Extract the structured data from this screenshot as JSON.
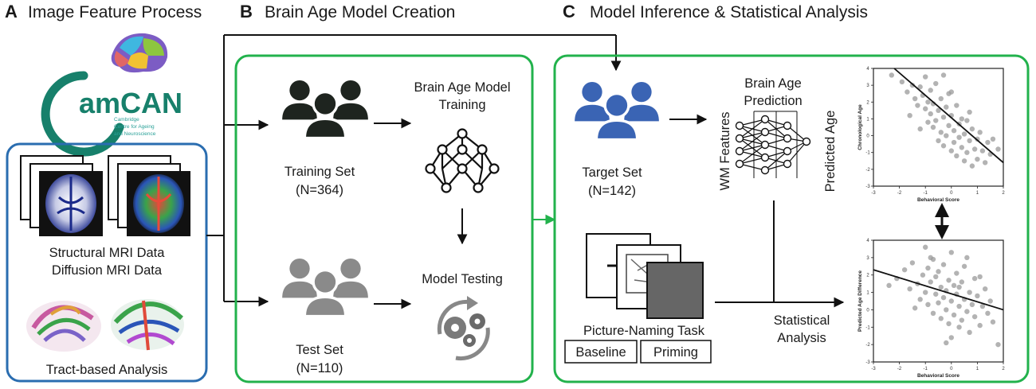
{
  "sections": {
    "a": {
      "letter": "A",
      "title": "Image Feature Process"
    },
    "b": {
      "letter": "B",
      "title": "Brain Age Model Creation"
    },
    "c": {
      "letter": "C",
      "title": "Model Inference & Statistical Analysis"
    }
  },
  "logo": {
    "name": "amCAN",
    "line1": "Cambridge",
    "line2": "Centre for Ageing",
    "line3": "and Neuroscience"
  },
  "panel_a": {
    "mri_line1": "Structural MRI Data",
    "mri_line2": "Diffusion MRI Data",
    "tract": "Tract-based Analysis"
  },
  "panel_b": {
    "training_model_line1": "Brain Age Model",
    "training_model_line2": "Training",
    "training_set": "Training Set",
    "training_n": "(N=364)",
    "model_testing": "Model Testing",
    "test_set": "Test Set",
    "test_n": "(N=110)"
  },
  "panel_c": {
    "target_set": "Target Set",
    "target_n": "(N=142)",
    "prediction_line1": "Brain Age",
    "prediction_line2": "Prediction",
    "wm_features": "WM Features",
    "predicted_age": "Predicted Age",
    "task": "Picture-Naming Task",
    "baseline": "Baseline",
    "priming": "Priming",
    "stat_line1": "Statistical",
    "stat_line2": "Analysis"
  },
  "colors": {
    "green": "#22b24c",
    "blue": "#2a6db0",
    "dark": "#1e241f",
    "grey": "#8a8a8a",
    "target": "#3a64b4"
  },
  "chart_data": [
    {
      "type": "scatter",
      "xlabel": "Behavioral Score",
      "ylabel": "Chronological Age",
      "xlim": [
        -3,
        2
      ],
      "ylim": [
        -3,
        4
      ],
      "xticks": [
        -3,
        -2,
        -1,
        0,
        1,
        2
      ],
      "yticks": [
        4,
        3,
        2,
        1,
        0,
        -1,
        -2,
        -3
      ],
      "trend": [
        [
          -2.2,
          4.0
        ],
        [
          2.0,
          -1.6
        ]
      ],
      "points": [
        [
          -1.9,
          3.2
        ],
        [
          -1.7,
          2.6
        ],
        [
          -1.5,
          3.0
        ],
        [
          -1.4,
          2.2
        ],
        [
          -1.3,
          1.8
        ],
        [
          -1.2,
          2.9
        ],
        [
          -1.1,
          2.4
        ],
        [
          -1.0,
          3.5
        ],
        [
          -1.0,
          1.6
        ],
        [
          -0.9,
          2.0
        ],
        [
          -0.9,
          0.8
        ],
        [
          -0.8,
          2.7
        ],
        [
          -0.8,
          1.3
        ],
        [
          -0.7,
          0.5
        ],
        [
          -0.7,
          1.9
        ],
        [
          -0.6,
          3.1
        ],
        [
          -0.6,
          0.9
        ],
        [
          -0.5,
          1.5
        ],
        [
          -0.5,
          -0.3
        ],
        [
          -0.4,
          2.2
        ],
        [
          -0.4,
          0.2
        ],
        [
          -0.3,
          1.1
        ],
        [
          -0.3,
          -0.6
        ],
        [
          -0.2,
          1.7
        ],
        [
          -0.2,
          0.0
        ],
        [
          -0.1,
          2.5
        ],
        [
          -0.1,
          0.6
        ],
        [
          0.0,
          -0.9
        ],
        [
          0.0,
          1.2
        ],
        [
          0.1,
          0.3
        ],
        [
          0.1,
          -0.4
        ],
        [
          0.2,
          1.8
        ],
        [
          0.2,
          -1.2
        ],
        [
          0.3,
          0.7
        ],
        [
          0.3,
          -0.1
        ],
        [
          0.4,
          -0.7
        ],
        [
          0.4,
          1.0
        ],
        [
          0.5,
          -1.5
        ],
        [
          0.5,
          0.1
        ],
        [
          0.6,
          0.9
        ],
        [
          0.6,
          -1.0
        ],
        [
          0.7,
          -0.3
        ],
        [
          0.8,
          -1.8
        ],
        [
          0.8,
          0.4
        ],
        [
          0.9,
          -0.8
        ],
        [
          1.0,
          -0.2
        ],
        [
          1.0,
          -1.4
        ],
        [
          1.1,
          0.2
        ],
        [
          1.2,
          -0.9
        ],
        [
          1.3,
          -1.6
        ],
        [
          1.4,
          -0.4
        ],
        [
          1.5,
          -1.1
        ],
        [
          1.6,
          -0.2
        ],
        [
          -2.3,
          3.6
        ],
        [
          -1.6,
          1.2
        ],
        [
          -1.2,
          0.4
        ],
        [
          0.0,
          2.6
        ],
        [
          0.7,
          1.4
        ],
        [
          1.8,
          -0.8
        ],
        [
          -0.3,
          3.6
        ]
      ]
    },
    {
      "type": "scatter",
      "xlabel": "Behavioral Score",
      "ylabel": "Predicted Age Difference",
      "xlim": [
        -3,
        2
      ],
      "ylim": [
        -3,
        4
      ],
      "xticks": [
        -3,
        -2,
        -1,
        0,
        1,
        2
      ],
      "yticks": [
        4,
        3,
        2,
        1,
        0,
        -1,
        -2,
        -3
      ],
      "trend": [
        [
          -3.0,
          2.3
        ],
        [
          2.0,
          0.0
        ]
      ],
      "points": [
        [
          -2.1,
          1.8
        ],
        [
          -1.8,
          2.3
        ],
        [
          -1.6,
          1.2
        ],
        [
          -1.5,
          2.7
        ],
        [
          -1.3,
          1.5
        ],
        [
          -1.2,
          0.6
        ],
        [
          -1.1,
          2.0
        ],
        [
          -1.0,
          3.6
        ],
        [
          -1.0,
          1.0
        ],
        [
          -0.9,
          2.4
        ],
        [
          -0.9,
          0.3
        ],
        [
          -0.8,
          1.6
        ],
        [
          -0.7,
          -0.2
        ],
        [
          -0.7,
          2.9
        ],
        [
          -0.6,
          0.9
        ],
        [
          -0.6,
          1.9
        ],
        [
          -0.5,
          0.4
        ],
        [
          -0.5,
          2.2
        ],
        [
          -0.4,
          1.3
        ],
        [
          -0.4,
          -0.5
        ],
        [
          -0.3,
          0.7
        ],
        [
          -0.3,
          2.6
        ],
        [
          -0.2,
          1.1
        ],
        [
          -0.2,
          0.0
        ],
        [
          -0.1,
          1.7
        ],
        [
          -0.1,
          -0.8
        ],
        [
          0.0,
          3.3
        ],
        [
          0.0,
          0.5
        ],
        [
          0.1,
          1.4
        ],
        [
          0.1,
          -0.3
        ],
        [
          0.2,
          0.9
        ],
        [
          0.2,
          2.1
        ],
        [
          0.3,
          -1.0
        ],
        [
          0.3,
          0.2
        ],
        [
          0.4,
          1.6
        ],
        [
          0.4,
          -0.6
        ],
        [
          0.5,
          0.6
        ],
        [
          0.5,
          2.5
        ],
        [
          0.6,
          -0.1
        ],
        [
          0.7,
          1.0
        ],
        [
          0.7,
          -1.3
        ],
        [
          0.8,
          0.3
        ],
        [
          0.9,
          1.8
        ],
        [
          0.9,
          -0.4
        ],
        [
          1.0,
          0.8
        ],
        [
          1.1,
          -0.9
        ],
        [
          1.2,
          0.2
        ],
        [
          1.3,
          1.2
        ],
        [
          1.4,
          -0.2
        ],
        [
          1.5,
          0.5
        ],
        [
          1.6,
          -0.7
        ],
        [
          1.8,
          -2.0
        ],
        [
          -2.4,
          1.4
        ],
        [
          -1.4,
          0.1
        ],
        [
          -0.8,
          3.0
        ],
        [
          0.0,
          -1.6
        ],
        [
          0.6,
          3.0
        ],
        [
          1.1,
          1.9
        ],
        [
          -0.2,
          -1.9
        ],
        [
          0.3,
          1.3
        ]
      ]
    }
  ]
}
